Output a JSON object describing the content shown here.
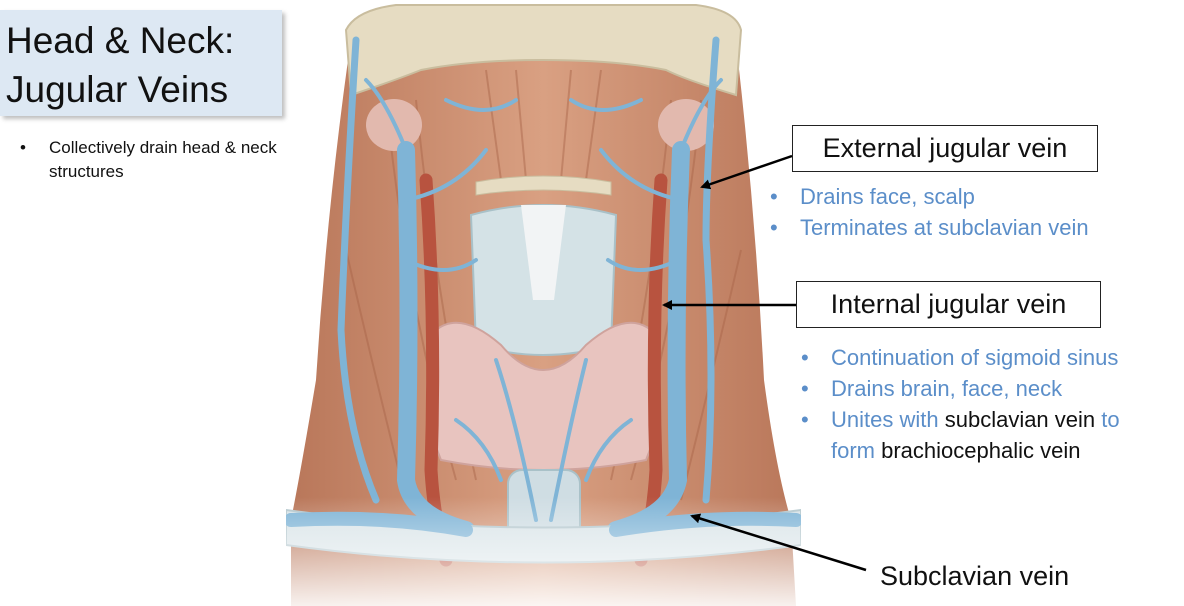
{
  "title": {
    "line1": "Head & Neck:",
    "line2": "Jugular Veins"
  },
  "left_bullets": [
    "Collectively drain head & neck structures"
  ],
  "labels": {
    "external": "External jugular vein",
    "internal": "Internal jugular vein",
    "subclavian": "Subclavian vein"
  },
  "external_bullets": [
    "Drains face, scalp",
    "Terminates at subclavian vein"
  ],
  "internal_bullets": {
    "b1": "Continuation of sigmoid sinus",
    "b2": "Drains brain, face, neck",
    "b3": {
      "p1": "Unites with ",
      "p2": "subclavian vein",
      "p3": " to",
      "p4": "form",
      "p5": " brachiocephalic vein"
    }
  },
  "bullet_char": "•",
  "colors": {
    "title_bg": "#dde8f3",
    "accent_text": "#5b8ec9",
    "vein": "#7fb4d6",
    "artery": "#b8533f",
    "muscle": "#c98a6e",
    "thyroid": "#e8c4bf",
    "bone": "#e6dcc2"
  }
}
